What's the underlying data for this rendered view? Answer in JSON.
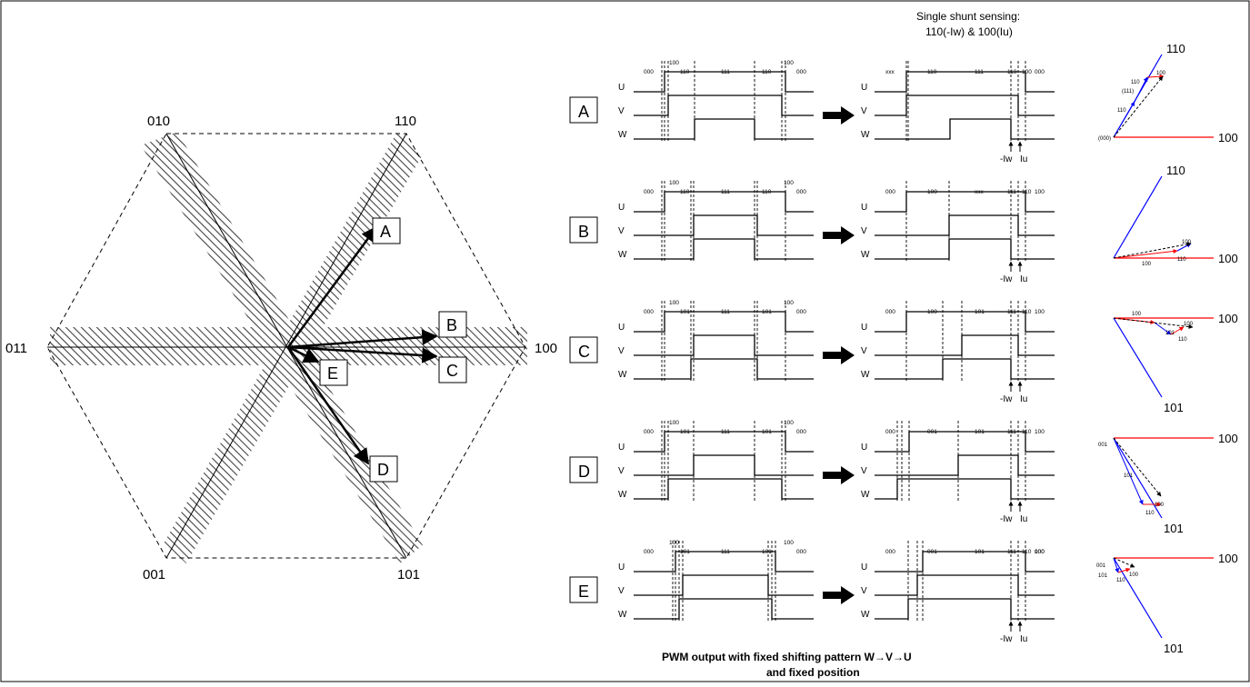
{
  "hexagon": {
    "vertices": {
      "v010": "010",
      "v110": "110",
      "v011": "011",
      "v100": "100",
      "v001": "001",
      "v101": "101"
    },
    "sector_labels": [
      "A",
      "B",
      "C",
      "D",
      "E"
    ]
  },
  "header": {
    "line1": "Single shunt sensing:",
    "line2": "110(-Iw) & 100(Iu)"
  },
  "phase_labels": [
    "U",
    "V",
    "W"
  ],
  "rows": [
    {
      "label": "A",
      "left_states": [
        "000",
        "100",
        "110",
        "111",
        "110",
        "100",
        "000"
      ],
      "right_states": [
        "xxx",
        "110",
        "111",
        "110",
        "100",
        "000"
      ],
      "current_labels": [
        "-Iw",
        "Iu"
      ],
      "vector": {
        "top": "110",
        "right": "100",
        "origin": "(000)",
        "small": [
          "110",
          "(111)",
          "110",
          "100"
        ]
      }
    },
    {
      "label": "B",
      "left_states": [
        "000",
        "100",
        "110",
        "111",
        "110",
        "100",
        "000"
      ],
      "right_states": [
        "000",
        "100",
        "xxx",
        "111",
        "110",
        "100"
      ],
      "current_labels": [
        "-Iw",
        "Iu"
      ],
      "vector": {
        "top": "110",
        "right": "100",
        "small": [
          "100",
          "100",
          "110"
        ]
      }
    },
    {
      "label": "C",
      "left_states": [
        "000",
        "100",
        "101",
        "111",
        "101",
        "100",
        "000"
      ],
      "right_states": [
        "000",
        "100",
        "101",
        "111",
        "110",
        "100"
      ],
      "current_labels": [
        "-Iw",
        "Iu"
      ],
      "vector": {
        "right": "100",
        "bottom": "101",
        "small": [
          "100",
          "101",
          "100",
          "110"
        ]
      }
    },
    {
      "label": "D",
      "left_states": [
        "000",
        "100",
        "101",
        "111",
        "101",
        "100",
        "000"
      ],
      "right_states": [
        "000",
        "001",
        "101",
        "111",
        "110",
        "100"
      ],
      "current_labels": [
        "-Iw",
        "Iu"
      ],
      "vector": {
        "right": "100",
        "bottom": "101",
        "small": [
          "001",
          "101",
          "100",
          "110"
        ]
      }
    },
    {
      "label": "E",
      "left_states": [
        "000",
        "100",
        "101",
        "111",
        "101",
        "100",
        "000"
      ],
      "right_states": [
        "000",
        "001",
        "101",
        "111",
        "110",
        "100",
        "000"
      ],
      "current_labels": [
        "-Iw",
        "Iu"
      ],
      "vector": {
        "right": "100",
        "bottom": "101",
        "small": [
          "001",
          "101",
          "100",
          "110"
        ]
      }
    }
  ],
  "footer": {
    "line1": "PWM output with fixed shifting pattern W→V→U",
    "line2": "and fixed position"
  },
  "colors": {
    "line": "#000000",
    "red": "#ff0000",
    "blue": "#0000ff",
    "hatch": "#555555"
  }
}
